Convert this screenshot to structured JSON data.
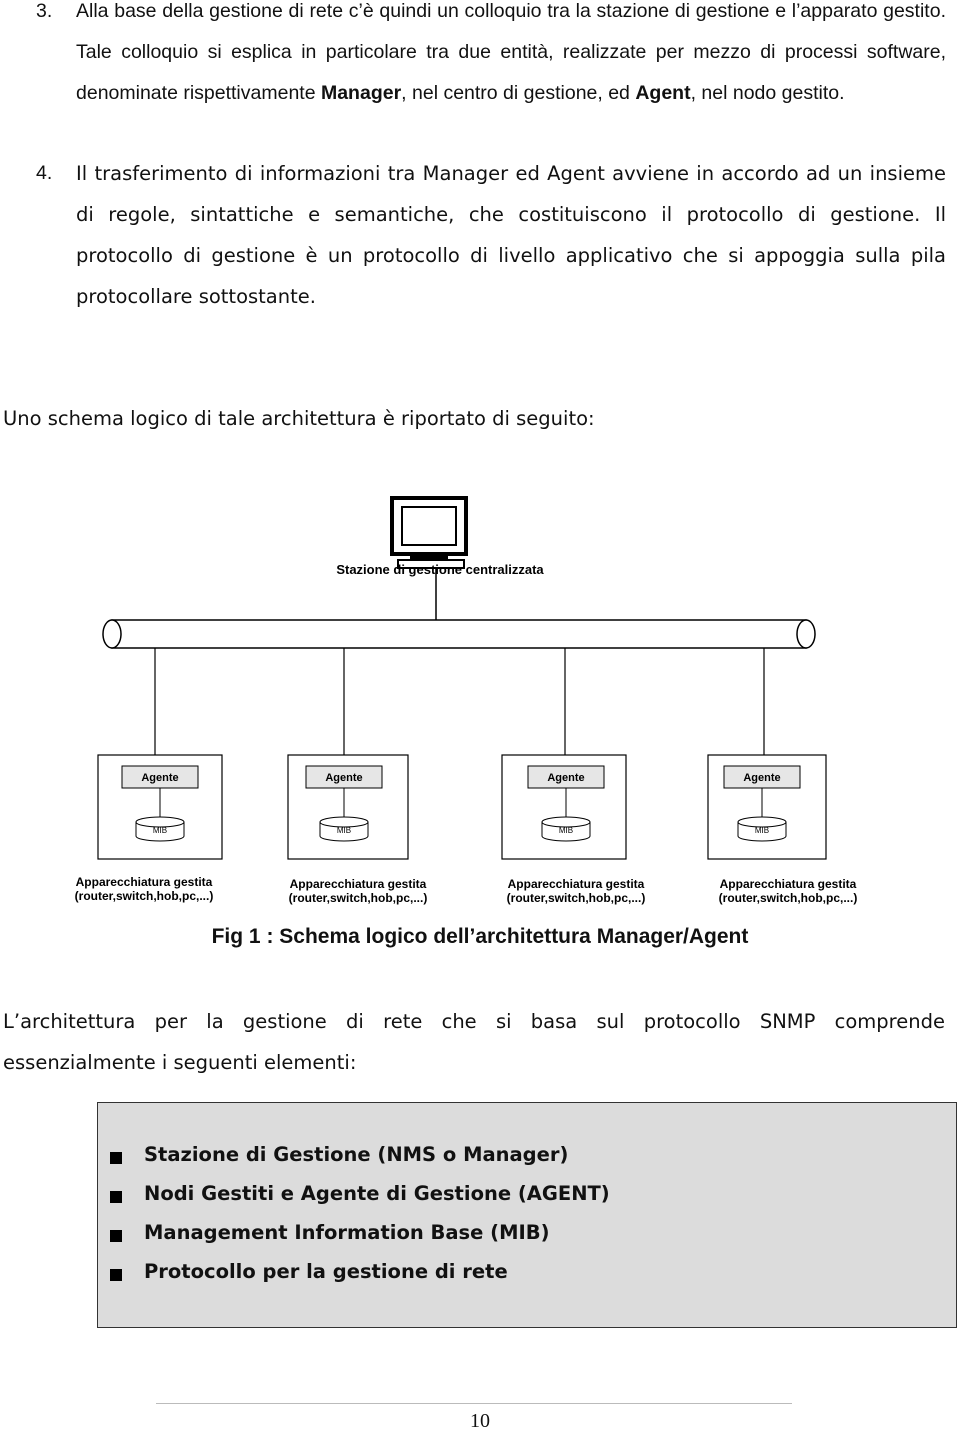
{
  "list": {
    "item3": {
      "num": "3.",
      "text_a": "Alla base della gestione di rete c’è quindi un colloquio tra la stazione di gestione e l’apparato gestito. Tale colloquio si esplica in particolare tra due entità, realizzate per mezzo di processi software, denominate rispettivamente ",
      "manager": "Manager",
      "text_b": ", nel centro di gestione, ed ",
      "agent": "Agent",
      "text_c": ", nel nodo gestito."
    },
    "item4": {
      "num": "4.",
      "text": "Il trasferimento di informazioni tra Manager ed Agent avviene in accordo ad un insieme di regole, sintattiche e semantiche, che costituiscono il protocollo di gestione. Il protocollo di gestione è un protocollo di livello applicativo che si appoggia sulla pila protocollare sottostante."
    }
  },
  "intro": "Uno schema logico di tale architettura è riportato di seguito:",
  "diagram": {
    "station_label": "Stazione di gestione centralizzata",
    "agent_label": "Agente",
    "mib_label": "MIB",
    "device_title": "Apparecchiatura gestita",
    "device_subtitle": "(router,switch,hob,pc,...)"
  },
  "figure_caption": "Fig 1  : Schema logico dell’architettura Manager/Agent",
  "snmp_paragraph": "L’architettura per la gestione di rete che si basa sul protocollo SNMP comprende essenzialmente i seguenti elementi:",
  "elements": [
    "Stazione di Gestione (NMS o Manager)",
    "Nodi Gestiti e Agente di Gestione (AGENT)",
    "Management Information Base (MIB)",
    "Protocollo per la gestione di rete"
  ],
  "page_number": "10"
}
